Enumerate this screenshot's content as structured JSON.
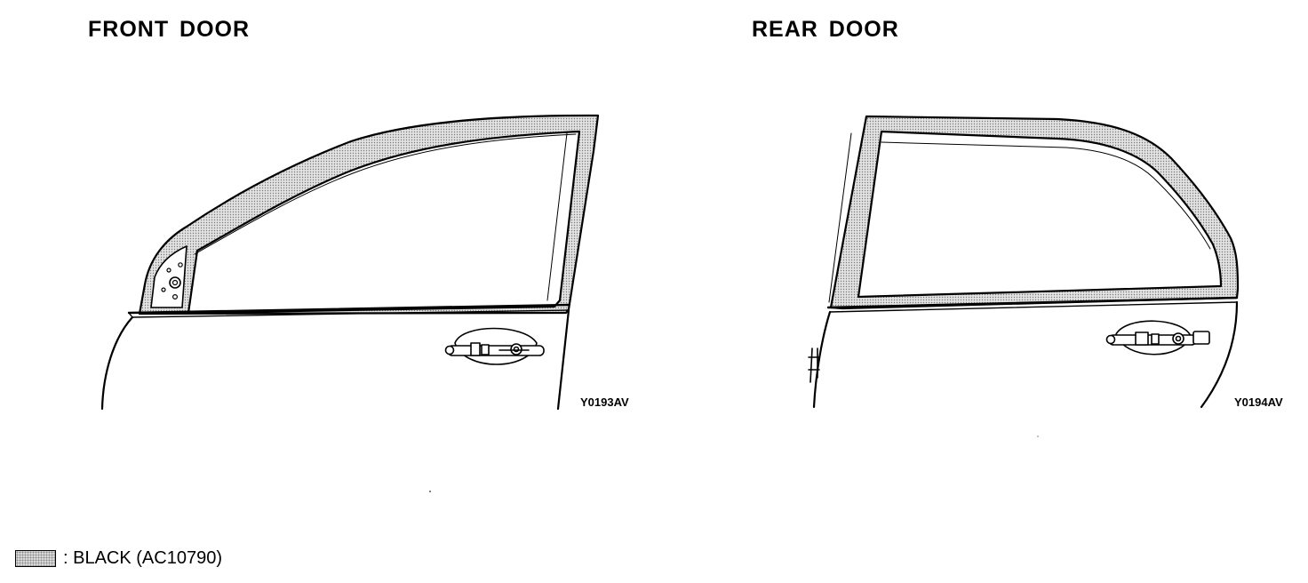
{
  "front_door": {
    "title": "FRONT DOOR",
    "figure_code": "Y0193AV"
  },
  "rear_door": {
    "title": "REAR DOOR",
    "figure_code": "Y0194AV"
  },
  "legend": {
    "text": ": BLACK (AC10790)",
    "swatch_color": "#d9d9d9"
  }
}
